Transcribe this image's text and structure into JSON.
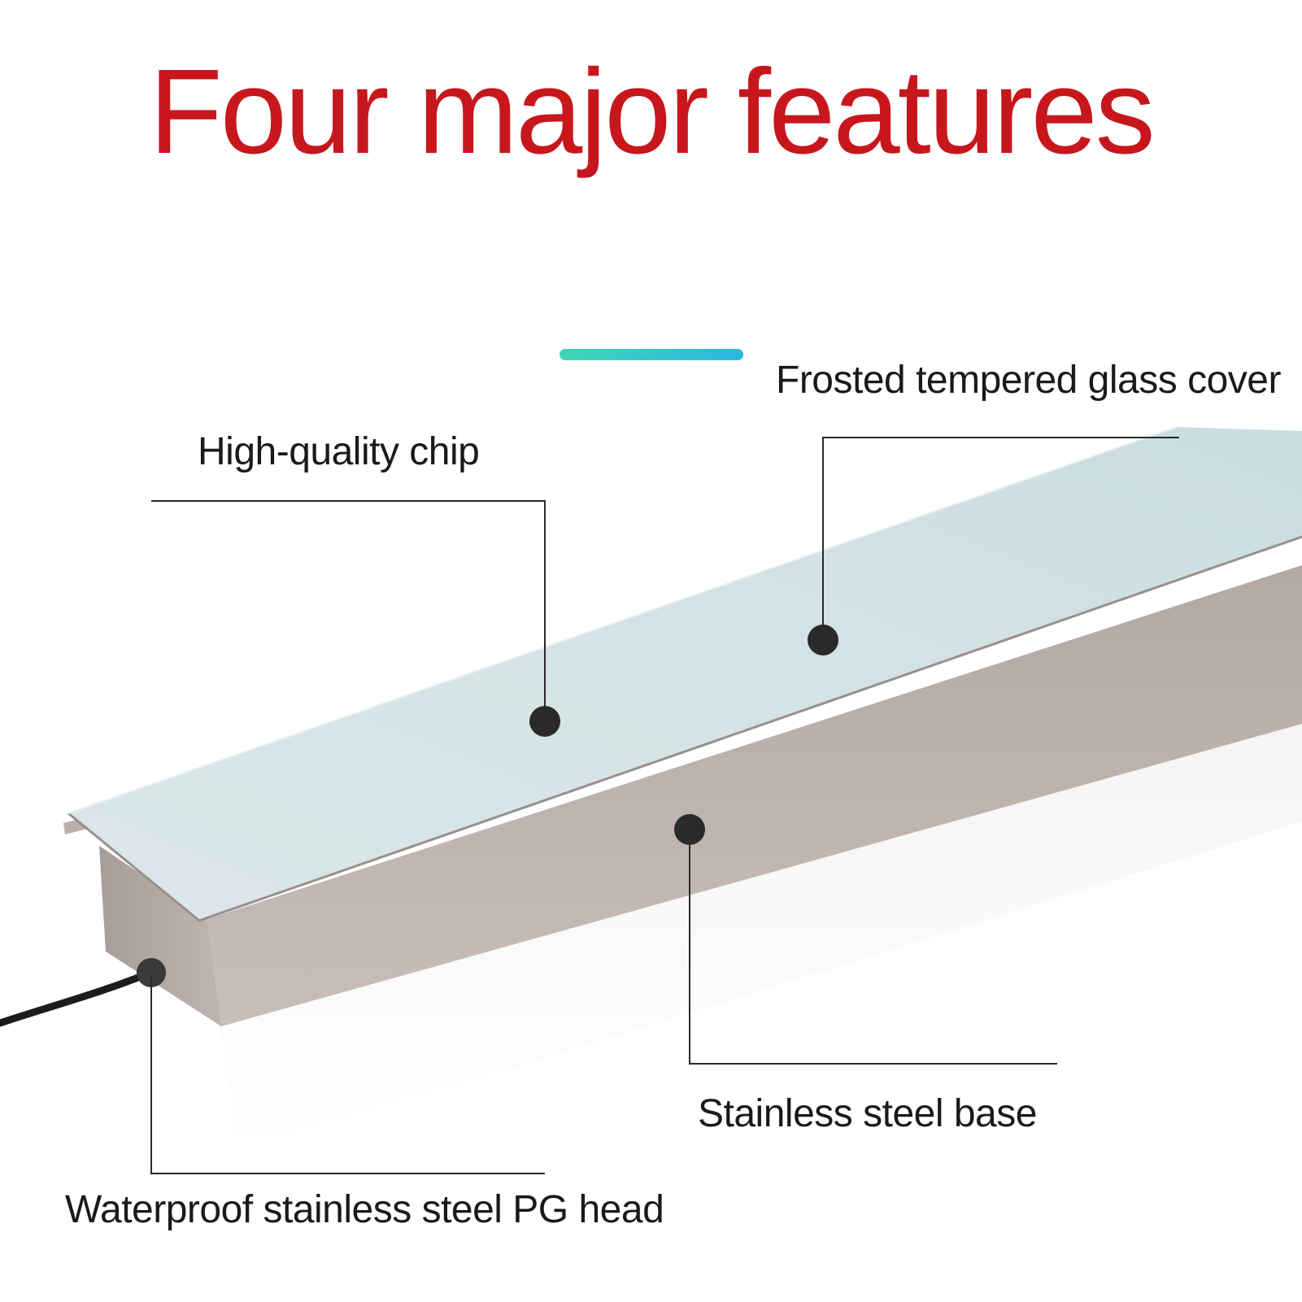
{
  "title": "Four major features",
  "colors": {
    "title": "#c8161d",
    "accent_start": "#3fd6b4",
    "accent_end": "#2cb7e3",
    "glass": "#d5e3e6",
    "steel": "#bdb2ae",
    "marker": "#2a2a2a"
  },
  "labels": {
    "glass_cover": "Frosted tempered glass cover",
    "chip": "High-quality chip",
    "base": "Stainless steel base",
    "pg_head": "Waterproof stainless steel PG head"
  }
}
